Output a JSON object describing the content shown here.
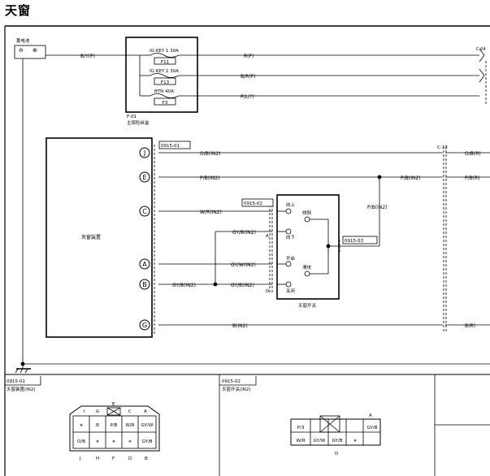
{
  "title": "天窗",
  "battery": {
    "label": "蓄电池",
    "minus": "⊖",
    "plus": "⊕"
  },
  "fuse_box": {
    "code": "F-01",
    "name": "主保险丝盒",
    "fuses": [
      {
        "name": "IG KEY 1 30A",
        "id": "F11"
      },
      {
        "name": "IG KEY 2 30A",
        "id": "F13"
      },
      {
        "name": "BTN 40A",
        "id": "F3"
      }
    ]
  },
  "top_wires": {
    "in": "B/Y(F)",
    "out1": "R(F)",
    "out2": "B/R(F)",
    "out3": "P/L(?)",
    "right_conn": "C-04"
  },
  "sunroof_device": {
    "label": "天窗装置",
    "pins": [
      "J",
      "E",
      "C",
      "A",
      "B",
      "G"
    ]
  },
  "switch": {
    "label": "天窗开关",
    "up": "向上",
    "tilt": "倾斜",
    "down": "向下",
    "open": "开启",
    "slide": "滑块",
    "close": "关闭"
  },
  "connectors": {
    "c1": "0915-01",
    "c2": "0915-02",
    "c3": "0915-03",
    "c12": "C-12"
  },
  "wires": {
    "j": "O/B(IN2)",
    "j_right": "O/B(R)",
    "e": "P/B(IN2)",
    "e_mid": "P/B(IN2)",
    "e_right": "P/B(R)",
    "c": "W/R(IN2)",
    "gyb": "GY/B(IN2)",
    "a": "GY/W(IN2)",
    "b": "GY/B(IN2)",
    "b2": "GY/B(IN2)",
    "pb_vert": "P/B(IN2)",
    "g": "B(IN2)",
    "g_right": "B(R)"
  },
  "switch_pins": {
    "a": "A",
    "d": "D"
  },
  "ground_symbol": "╤╤╤",
  "bottom_left": {
    "code": "0915-01",
    "name": "天窗装置(IN2)",
    "top_pins": [
      "I",
      "G",
      "E",
      "C",
      "A"
    ],
    "row1": [
      "∗",
      "B",
      "P/B",
      "W/R",
      "GY/W"
    ],
    "row2": [
      "O/B",
      "∗",
      "∗",
      "∗",
      "GY/B"
    ],
    "bottom_pins": [
      "J",
      "H",
      "F",
      "D",
      "B"
    ]
  },
  "bottom_mid": {
    "code": "0915-02",
    "name": "天窗开关(IN2)",
    "top_pin": "A",
    "row1": [
      "P/3",
      "",
      "GY/B"
    ],
    "row2": [
      "W/R",
      "GY/W",
      "GY/B",
      "∗"
    ],
    "bottom_pin": "D"
  }
}
